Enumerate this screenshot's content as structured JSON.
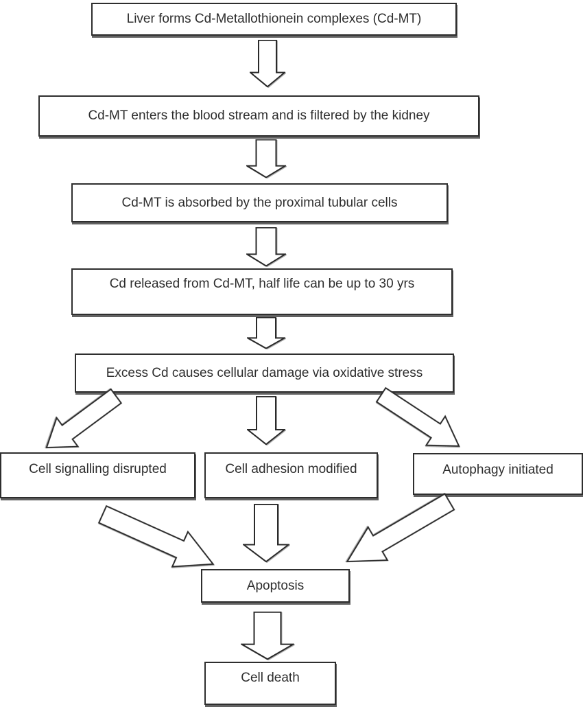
{
  "diagram": {
    "description": "Flowchart of cadmium (Cd) toxicity pathway from liver to cell death",
    "colors": {
      "background": "#ffffff",
      "box_fill": "#ffffff",
      "box_border": "#2e2e2e",
      "text": "#2d2d2d",
      "arrow_fill": "#ffffff",
      "arrow_outline": "#2a2a2a"
    },
    "nodes": {
      "liver": {
        "label": "Liver forms Cd-Metallothionein complexes (Cd-MT)"
      },
      "blood": {
        "label": "Cd-MT enters the blood stream and is filtered by the kidney"
      },
      "absorbed": {
        "label": "Cd-MT is absorbed by the proximal tubular cells"
      },
      "released": {
        "label": "Cd released from Cd-MT, half life can be up to 30 yrs"
      },
      "oxidative": {
        "label": "Excess Cd causes cellular damage via oxidative stress"
      },
      "signalling": {
        "label": "Cell signalling disrupted"
      },
      "adhesion": {
        "label": "Cell adhesion modified"
      },
      "autophagy": {
        "label": "Autophagy initiated"
      },
      "apoptosis": {
        "label": "Apoptosis"
      },
      "death": {
        "label": "Cell death"
      }
    },
    "edges": [
      "liver -> blood",
      "blood -> absorbed",
      "absorbed -> released",
      "released -> oxidative",
      "oxidative -> signalling",
      "oxidative -> adhesion",
      "oxidative -> autophagy",
      "signalling -> apoptosis",
      "adhesion -> apoptosis",
      "autophagy -> apoptosis",
      "apoptosis -> death"
    ]
  }
}
